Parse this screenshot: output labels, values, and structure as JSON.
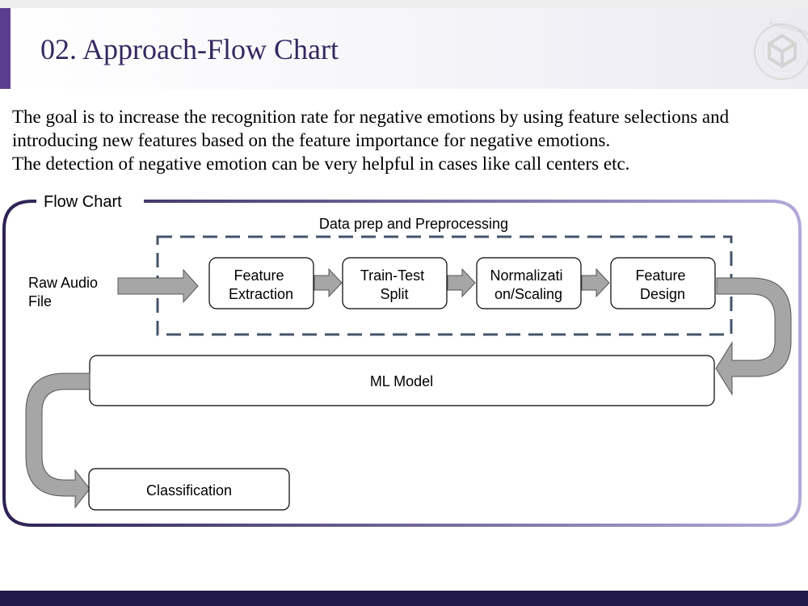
{
  "slide": {
    "title": "02. Approach-Flow Chart",
    "intro_lines": [
      "The goal is to increase the recognition rate for negative emotions by using feature selections and",
      "introducing new features based on the feature importance for negative emotions.",
      "The detection of negative emotion can be very helpful in cases like call centers etc."
    ]
  },
  "flowchart": {
    "label": "Flow Chart",
    "group_label": "Data prep and Preprocessing",
    "input_lines": [
      "Raw Audio",
      "File"
    ],
    "steps": [
      {
        "lines": [
          "Feature",
          "Extraction"
        ]
      },
      {
        "lines": [
          "Train-Test",
          "Split"
        ]
      },
      {
        "lines": [
          "Normalizati",
          "on/Scaling"
        ]
      },
      {
        "lines": [
          "Feature",
          "Design"
        ]
      }
    ],
    "model": "ML Model",
    "output": "Classification"
  },
  "colors": {
    "accent": "#5b3e8f",
    "frame": "#9b8ec4",
    "frame_dark": "#2e2255",
    "arrow_fill": "#a6a6a6",
    "dash": "#44546a",
    "footer": "#221a4a"
  },
  "logo": {
    "text": "HANSHIN UNIVERSITY",
    "year": "1940"
  }
}
